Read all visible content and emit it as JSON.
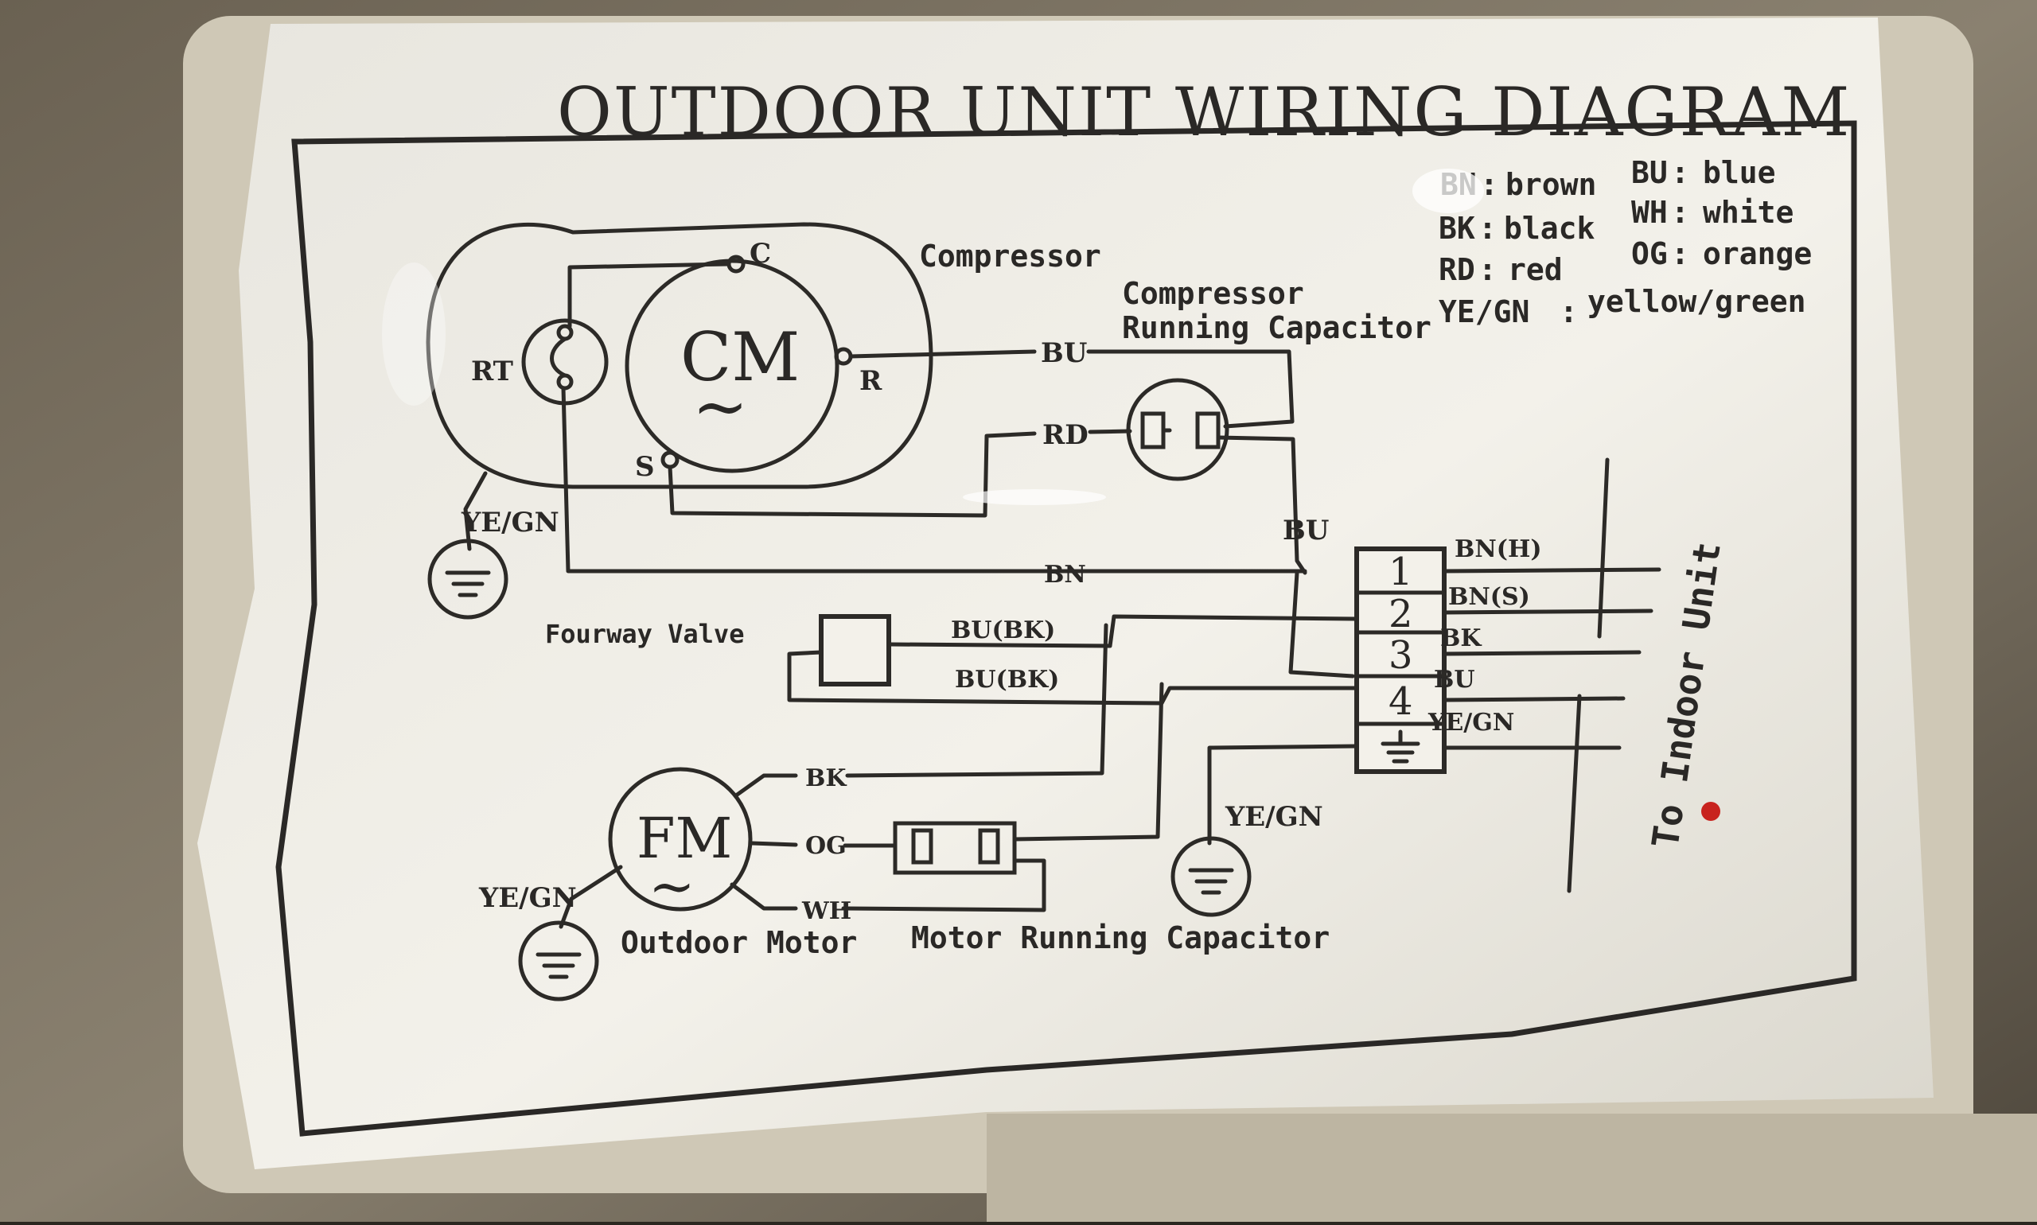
{
  "title": "OUTDOOR UNIT WIRING DIAGRAM",
  "legend": [
    {
      "code": "BN",
      "meaning": "brown"
    },
    {
      "code": "BU",
      "meaning": "blue"
    },
    {
      "code": "BK",
      "meaning": "black"
    },
    {
      "code": "WH",
      "meaning": "white"
    },
    {
      "code": "RD",
      "meaning": "red"
    },
    {
      "code": "OG",
      "meaning": "orange"
    },
    {
      "code": "YE/GN",
      "meaning": "yellow/green"
    }
  ],
  "components": {
    "compressor": "Compressor",
    "compressor_motor": "CM",
    "compressor_capacitor_line1": "Compressor",
    "compressor_capacitor_line2": "Running Capacitor",
    "overload": "RT",
    "terminal_c": "C",
    "terminal_r": "R",
    "terminal_s": "S",
    "fourway_valve": "Fourway Valve",
    "fan_motor": "FM",
    "outdoor_motor": "Outdoor Motor",
    "motor_capacitor": "Motor Running Capacitor",
    "ac_symbol": "~"
  },
  "wires": {
    "comp_bu": "BU",
    "comp_rd": "RD",
    "cap_bu": "BU",
    "comp_bn": "BN",
    "valve_top": "BU(BK)",
    "valve_bottom": "BU(BK)",
    "fan_bk": "BK",
    "fan_og": "OG",
    "fan_wh": "WH",
    "ground_comp": "YE/GN",
    "ground_fan": "YE/GN",
    "ground_term": "YE/GN"
  },
  "terminal_block": {
    "slots": [
      "1",
      "2",
      "3",
      "4"
    ],
    "outputs": [
      "BN(H)",
      "BN(S)",
      "BK",
      "BU",
      "YE/GN"
    ]
  },
  "to_indoor": "To Indoor Unit"
}
